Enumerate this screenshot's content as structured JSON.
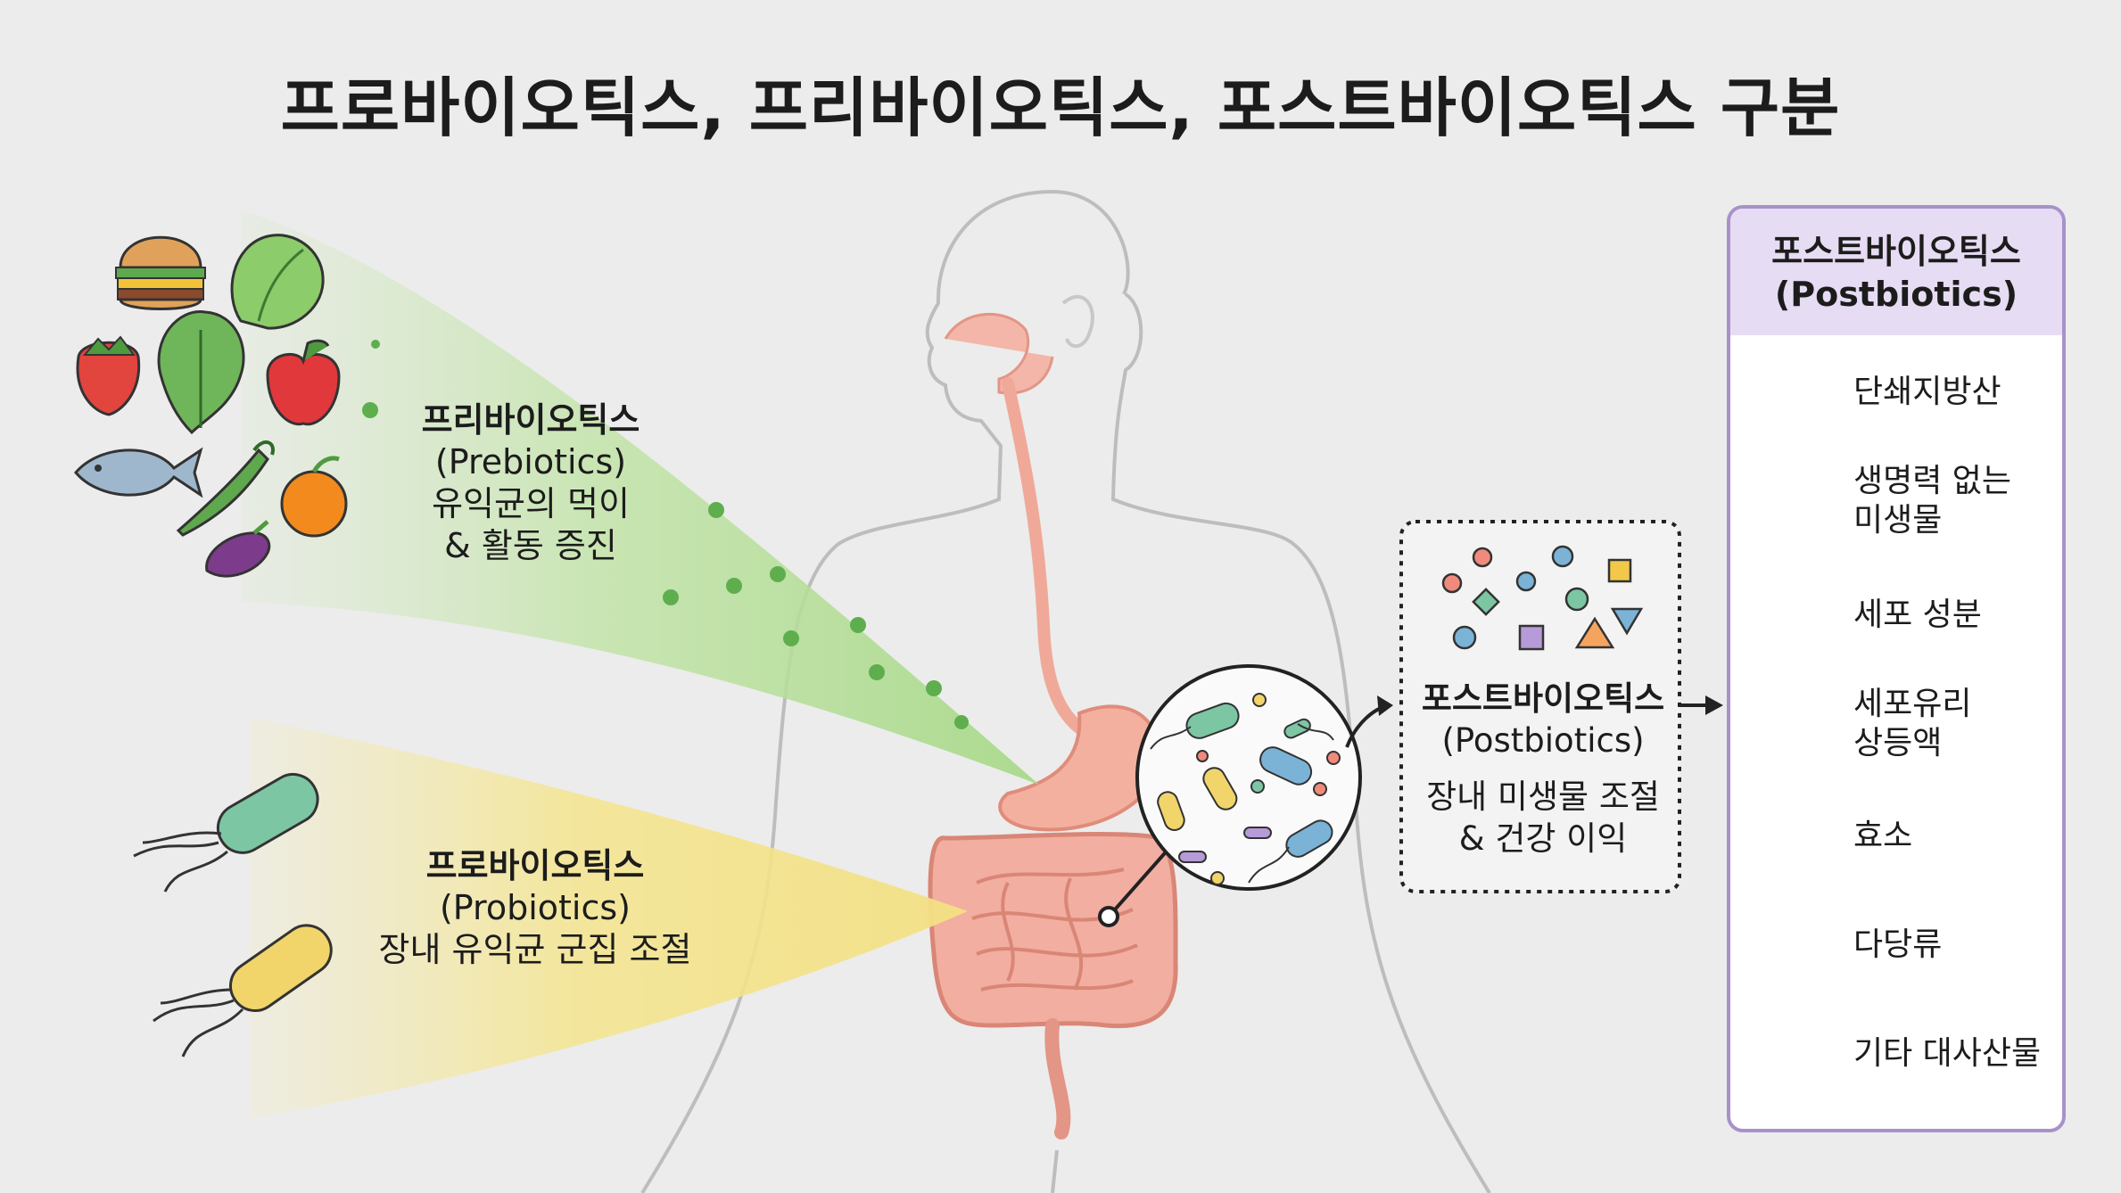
{
  "title": "프로바이오틱스, 프리바이오틱스, 포스트바이오틱스 구분",
  "prebiotics": {
    "name_ko": "프리바이오틱스",
    "name_en": "(Prebiotics)",
    "desc_line1": "유익균의 먹이",
    "desc_line2": "& 활동 증진",
    "color": "#a9d98a",
    "food_icons": [
      "burger-icon",
      "lettuce-icon",
      "strawberry-icon",
      "leafy-greens-icon",
      "apple-icon",
      "fish-icon",
      "carrot-icon",
      "orange-icon",
      "eggplant-icon"
    ]
  },
  "probiotics": {
    "name_ko": "프로바이오틱스",
    "name_en": "(Probiotics)",
    "desc": "장내 유익균 군집 조절",
    "color": "#f3e083",
    "bacteria_icons": [
      "green-bacterium-icon",
      "yellow-bacterium-icon"
    ]
  },
  "postbiotics_center": {
    "name_ko": "포스트바이오틱스",
    "name_en": "(Postbiotics)",
    "desc_line1": "장내 미생물 조절",
    "desc_line2": "& 건강 이익"
  },
  "postbiotics_panel": {
    "title_ko": "포스트바이오틱스",
    "title_en": "(Postbiotics)",
    "border_color": "#a891c9",
    "header_color": "#e6dcf3",
    "items": [
      {
        "icon": "dna-icon",
        "lines": [
          "단쇄지방산"
        ]
      },
      {
        "icon": "inactive-microbe-icon",
        "lines": [
          "생명력 없는",
          "미생물"
        ]
      },
      {
        "icon": "cell-component-icon",
        "lines": [
          "세포 성분"
        ]
      },
      {
        "icon": "cell-free-supernatant-icon",
        "lines": [
          "세포유리",
          "상등액"
        ]
      },
      {
        "icon": "enzyme-icon",
        "lines": [
          "효소"
        ]
      },
      {
        "icon": "polysaccharide-icon",
        "lines": [
          "다당류"
        ]
      },
      {
        "icon": "metabolite-icon",
        "lines": [
          "기타 대사산물"
        ]
      }
    ]
  }
}
